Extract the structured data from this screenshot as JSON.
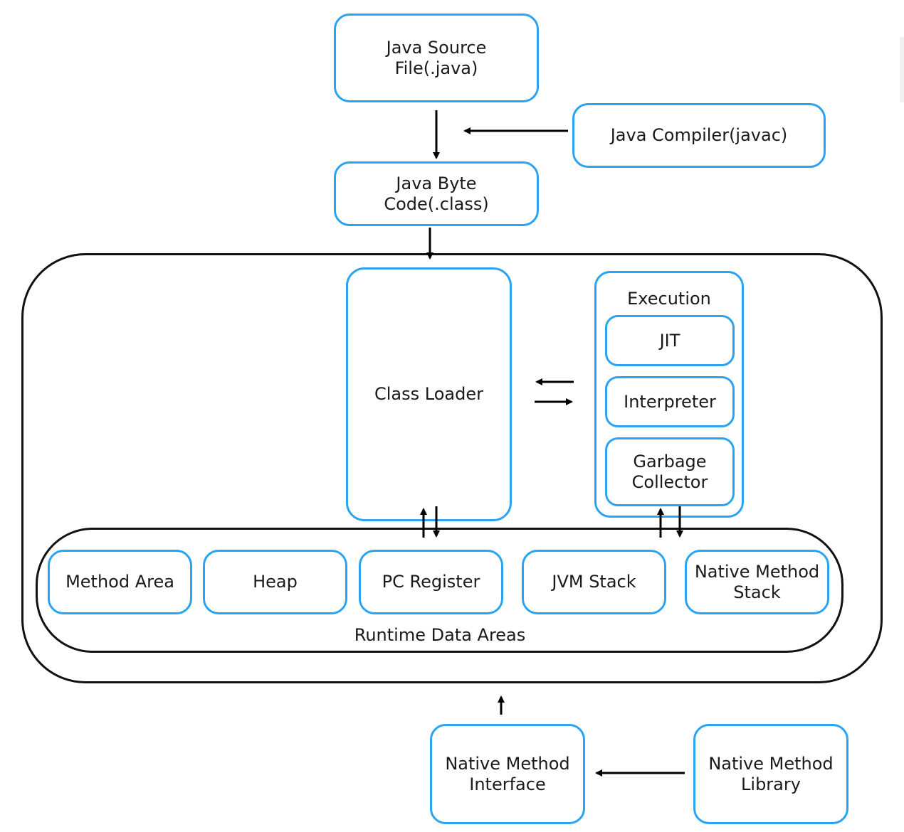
{
  "diagram": {
    "source_file": "Java Source\nFile(.java)",
    "compiler": "Java Compiler(javac)",
    "byte_code": "Java Byte\nCode(.class)",
    "class_loader": "Class Loader",
    "execution": {
      "title": "Execution",
      "jit": "JIT",
      "interpreter": "Interpreter",
      "garbage_collector": "Garbage\nCollector"
    },
    "runtime_data_areas": {
      "title": "Runtime Data Areas",
      "method_area": "Method Area",
      "heap": "Heap",
      "pc_register": "PC Register",
      "jvm_stack": "JVM Stack",
      "native_method_stack": "Native Method\nStack"
    },
    "native_method_interface": "Native Method\nInterface",
    "native_method_library": "Native Method\nLibrary"
  },
  "colors": {
    "box_border": "#2aa3f2",
    "outer_border": "#111111",
    "arrow": "#000000"
  }
}
